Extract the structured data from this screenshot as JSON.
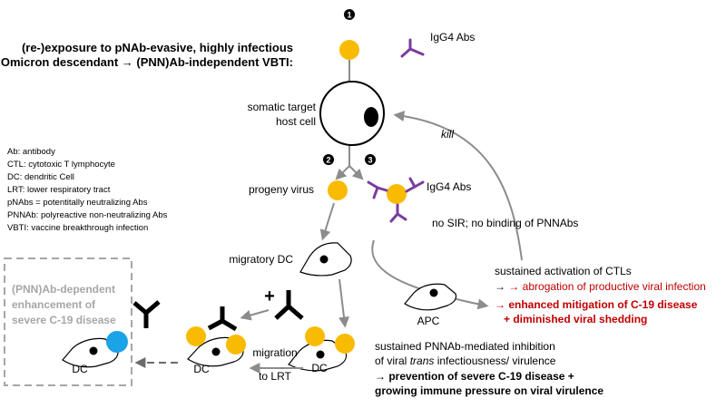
{
  "colors": {
    "virus": "#f9bb00",
    "dc_virus": "#1ba3e8",
    "igg4": "#7a3c9e",
    "red_text": "#c00000",
    "arrow": "#8c8c8c",
    "dashed_box": "#a6a6a6"
  },
  "step_numbers": [
    "1",
    "2",
    "3"
  ],
  "title": {
    "line1": "(re-)exposure to pNAb-evasive, highly infectious",
    "line2": "Omicron descendant → (PNN)Ab-independent VBTI:"
  },
  "labels": {
    "igg4_top": "IgG4 Abs",
    "igg4_mid": "IgG4 Abs",
    "host_cell_1": "somatic target",
    "host_cell_2": "host cell",
    "kill": "kill",
    "progeny": "progeny virus",
    "no_sir": "no SIR; no binding of PNNAbs",
    "migratory_dc": "migratory DC",
    "apc": "APC",
    "dc_left": "DC",
    "dc_mid": "DC",
    "dc_right": "DC",
    "migration_1": "migration",
    "migration_2": "to LRT",
    "plus": "+"
  },
  "legend": [
    "Ab: antibody",
    "CTL: cytotoxic T lymphocyte",
    "DC: dendritic Cell",
    "LRT: lower respiratory tract",
    "pNAbs  = potentitally neutralizing Abs",
    "PNNAb: polyreactive non-neutralizing Abs",
    "VBTI: vaccine breakthrough infection"
  ],
  "ade_box": {
    "line1": "(PNN)Ab-dependent",
    "line2": "enhancement of",
    "line3": "severe C-19 disease"
  },
  "ctl": {
    "line1": "sustained activation of CTLs",
    "line2": "→ abrogation of productive viral infection",
    "line3": "→ enhanced mitigation of C-19 disease",
    "line4": "+ diminished viral shedding"
  },
  "pnnab": {
    "line1": "sustained PNNAb-mediated inhibition",
    "line2_pre": "of viral ",
    "line2_italic": "trans",
    "line2_post": " infectiousness/ virulence",
    "line3": "→ prevention of severe C-19 disease +",
    "line4": "growing immune pressure on viral virulence"
  }
}
